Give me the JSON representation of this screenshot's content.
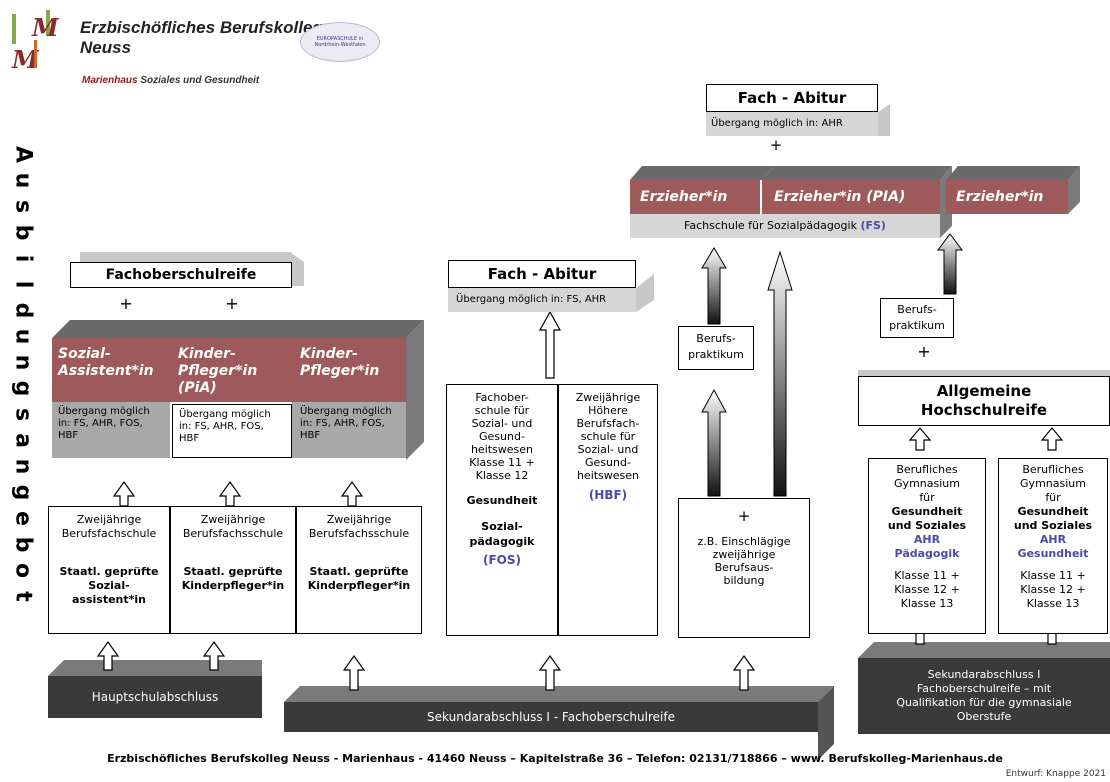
{
  "header": {
    "logo_letters": "M M",
    "school_name_line1": "Erzbischöfliches Berufskolleg",
    "school_name_line2": "Neuss",
    "europaschule_badge": "EUROPASCHULE in Nordrhein-Westfalen",
    "subtitle_bold": "Marienhaus",
    "subtitle_rest": " Soziales und Gesundheit"
  },
  "sidebar": {
    "letters": [
      "A",
      "u",
      "s",
      "b",
      "i",
      "l",
      "d",
      "u",
      "n",
      "g",
      "s",
      "a",
      "n",
      "g",
      "e",
      "b",
      "o",
      "t"
    ]
  },
  "top": {
    "fach_abitur_title": "Fach - Abitur",
    "fach_abitur_note": "Übergang möglich in: AHR",
    "plus": "+",
    "erzieher1": "Erzieher*in",
    "erzieher2": "Erzieher*in (PIA)",
    "erzieher3": "Erzieher*in",
    "fachschule": "Fachschule für Sozialpädagogik ",
    "fachschule_abbr": "(FS)"
  },
  "left": {
    "fachoberschulreife": "Fachoberschulreife",
    "plus": "+",
    "cards": [
      {
        "title1": "Sozial-",
        "title2": "Assistent*in",
        "note": "Übergang möglich in: FS, AHR, FOS, HBF"
      },
      {
        "title1": "Kinder-",
        "title2": "Pfleger*in",
        "title3": "(PiA)",
        "note": "Übergang möglich in: FS, AHR, FOS, HBF"
      },
      {
        "title1": "Kinder-",
        "title2": "Pfleger*in",
        "note": "Übergang möglich in: FS, AHR, FOS, HBF"
      }
    ],
    "schools": [
      {
        "type": "Zweijährige Berufsfachschule",
        "degree": "Staatl. geprüfte Sozial- assistent*in"
      },
      {
        "type": "Zweijährige Berufsfachsschule",
        "degree": "Staatl. geprüfte Kinderpfleger*in"
      },
      {
        "type": "Zweijährige Berufsfachsschule",
        "degree": "Staatl. geprüfte Kinderpfleger*in"
      }
    ],
    "base": "Hauptschulabschluss"
  },
  "middle": {
    "fach_abitur_title": "Fach - Abitur",
    "fach_abitur_note": "Übergang möglich in: FS, AHR",
    "fos_text": "Fachober- schule für Sozial- und Gesund- heitswesen Klasse 11 + Klasse 12",
    "fos_bold1": "Gesundheit",
    "fos_bold2": "Sozial- pädagogik",
    "fos_abbr": "(FOS)",
    "hbf_text": "Zweijährige Höhere Berufsfach- schule für Sozial- und Gesund- heitswesen",
    "hbf_abbr": "(HBF)",
    "berufspraktikum": "Berufs- praktikum",
    "ausbildung_plus": "+",
    "ausbildung_text": "z.B. Einschlägige zweijährige Berufsaus- bildung",
    "base": "Sekundarabschluss I - Fachoberschulreife"
  },
  "right": {
    "berufspraktikum": "Berufs- praktikum",
    "plus": "+",
    "hochschulreife": "Allgemeine Hochschulreife",
    "gym1": {
      "text": "Berufliches Gymnasium für",
      "bold": "Gesundheit und Soziales",
      "blue1": "AHR",
      "blue2": "Pädagogik",
      "classes": "Klasse 11 + Klasse 12 + Klasse 13"
    },
    "gym2": {
      "text": "Berufliches Gymnasium für",
      "bold": "Gesundheit und Soziales",
      "blue1": "AHR",
      "blue2": "Gesundheit",
      "classes": "Klasse 11 + Klasse 12 + Klasse 13"
    },
    "base": "Sekundarabschluss I Fachoberschulreife – mit Qualifikation für die gymnasiale Oberstufe"
  },
  "footer": {
    "address": "Erzbischöfliches Berufskolleg Neuss - Marienhaus - 41460 Neuss – Kapitelstraße 36 – Telefon: 02131/718866 – www. Berufskolleg-Marienhaus.de",
    "credit": "Entwurf: Knappe 2021"
  },
  "colors": {
    "card_red": "#9e5a5a",
    "card_red_light": "#c89a9a",
    "card_grey": "#a8a8a8",
    "dark_base": "#3a3a3a",
    "blue": "#4a4aa8"
  }
}
